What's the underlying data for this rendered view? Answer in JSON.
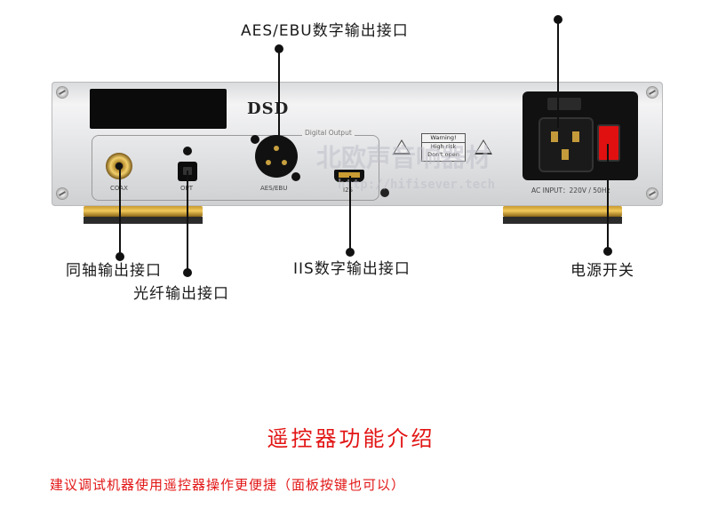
{
  "callouts": {
    "aes": "AES/EBU数字输出接口",
    "coax": "同轴输出接口",
    "optical": "光纤输出接口",
    "iis": "IIS数字输出接口",
    "power": "电源开关"
  },
  "device": {
    "brand": "DSD",
    "group_label": "Digital Output",
    "port_labels": {
      "coax": "COAX",
      "opt": "OPT",
      "aes": "AES/EBU",
      "i2s": "I2S"
    },
    "warning": [
      "Warning!",
      "High risk",
      "Don't open"
    ],
    "ac_input": "AC INPUT：220V / 50Hz"
  },
  "watermark": {
    "line1": "北欧声音响器材",
    "line2": "http://hifisever.tech"
  },
  "title": "遥控器功能介绍",
  "subtitle": "建议调试机器使用遥控器操作更便捷（面板按键也可以）",
  "colors": {
    "accent_red": "#e21515",
    "panel_silver": "#e3e4e6",
    "power_switch_red": "#e01010",
    "gold": "#c99b33"
  }
}
